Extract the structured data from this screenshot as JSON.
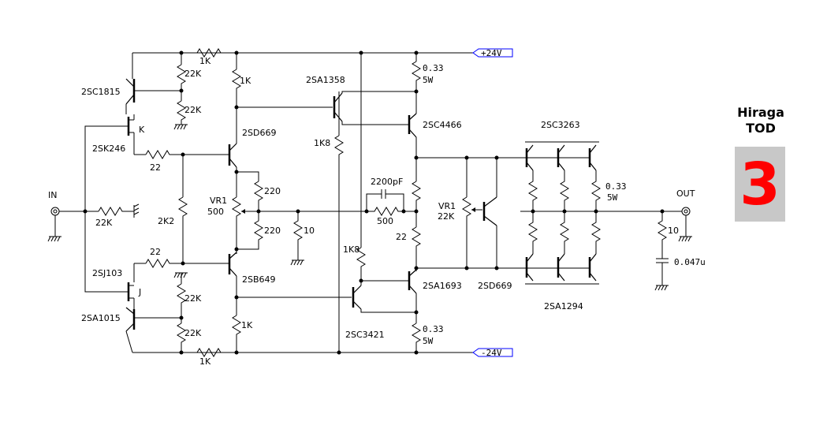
{
  "brand": {
    "line1": "Hiraga",
    "line2": "TOD",
    "number": "3",
    "number_color": "#ff0000",
    "badge_bg": "#c8c8c8"
  },
  "rails": {
    "pos": "+24V",
    "neg": "-24V"
  },
  "ports": {
    "in": "IN",
    "out": "OUT"
  },
  "transistors": {
    "q_2sc1815": "2SC1815",
    "q_2sk246": "2SK246",
    "q_2sk_tag": "K",
    "q_2sj103": "2SJ103",
    "q_2sj_tag": "J",
    "q_2sa1015": "2SA1015",
    "q_2sd669_a": "2SD669",
    "q_2sb649": "2SB649",
    "q_2sa1358": "2SA1358",
    "q_2sc4466": "2SC4466",
    "q_2sc3421": "2SC3421",
    "q_2sa1693": "2SA1693",
    "q_2sd669_b": "2SD669",
    "q_2sc3263": "2SC3263",
    "q_2sa1294": "2SA1294"
  },
  "resistors": {
    "r_1k_top": "1K",
    "r_22k_a": "22K",
    "r_22k_b": "22K",
    "r_1k_drv_top": "1K",
    "r_22_top": "22",
    "r_22k_in": "22K",
    "r_2k2": "2K2",
    "r_22_bot": "22",
    "r_22k_c": "22K",
    "r_22k_d": "22K",
    "r_1k_drv_bot": "1K",
    "r_1k_bot": "1K",
    "vr1_a": "VR1",
    "vr1_a_val": "500",
    "r_220_a": "220",
    "r_220_b": "220",
    "r_10_mid": "10",
    "r_1k8_a": "1K8",
    "r_1k8_b": "1K8",
    "c_2200pf": "2200pF",
    "r_500": "500",
    "r_033_a": "0.33",
    "r_033_a_w": "5W",
    "r_033_b": "0.33",
    "r_033_b_w": "5W",
    "vr1_b": "VR1",
    "vr1_b_val": "22K",
    "r_22_mid": "22",
    "r_033_out": "0.33",
    "r_033_out_w": "5W",
    "r_10_out": "10",
    "c_047": "0.047u"
  }
}
